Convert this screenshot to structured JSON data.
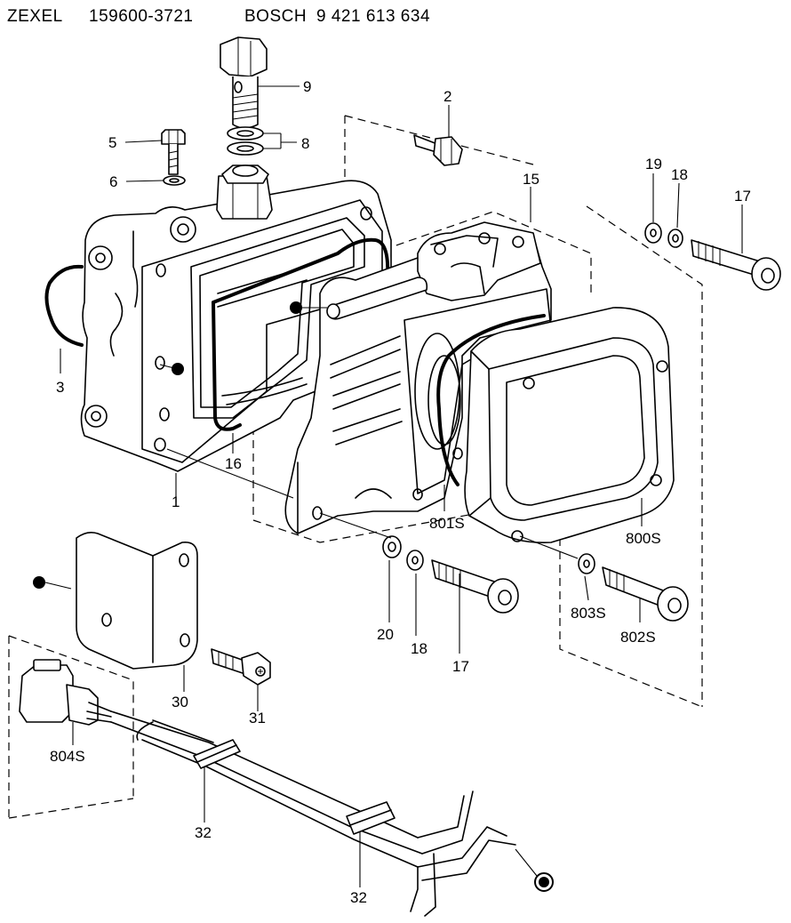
{
  "header": {
    "maker": "ZEXEL",
    "part_no": "159600-3721",
    "brand": "BOSCH",
    "brand_no": "9 421 613 634"
  },
  "labels": {
    "p2": "2",
    "p3": "3",
    "p5": "5",
    "p6": "6",
    "p8": "8",
    "p9": "9",
    "p15": "15",
    "p16": "16",
    "p17a": "17",
    "p17b": "17",
    "p18a": "18",
    "p18b": "18",
    "p19": "19",
    "p20": "20",
    "p1": "1",
    "p30": "30",
    "p31": "31",
    "p32a": "32",
    "p32b": "32",
    "p800s": "800S",
    "p801s": "801S",
    "p802s": "802S",
    "p803s": "803S",
    "p804s": "804S"
  }
}
